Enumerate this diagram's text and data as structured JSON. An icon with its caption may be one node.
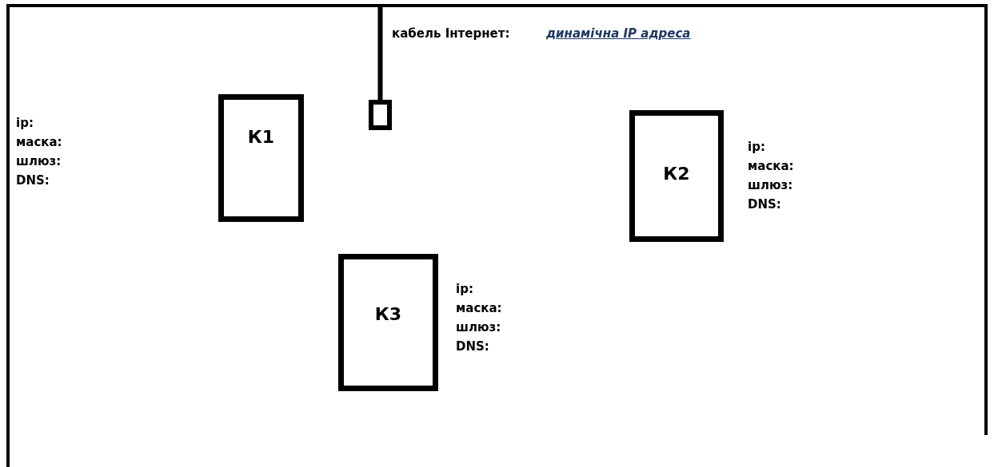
{
  "diagram": {
    "nodes": [
      {
        "text": [
          "К1"
        ],
        "beside": [
          "ip:",
          "маска:",
          "шлюз:",
          "DNS:"
        ]
      },
      {
        "text": [],
        "shape": "box"
      },
      {
        "text": [
          "К2"
        ],
        "beside": [
          "ip:",
          "маска:",
          "шлюз:",
          "DNS:"
        ]
      },
      {
        "text": [
          "К3"
        ],
        "beside": [
          "ip:",
          "маска:",
          "шлюз:",
          "DNS:"
        ]
      }
    ],
    "edges": [
      {
        "from": null,
        "to": 1,
        "arrow": "none"
      }
    ],
    "labels": [
      "кабель Інтернет:",
      "динамічна IP адреса"
    ]
  }
}
